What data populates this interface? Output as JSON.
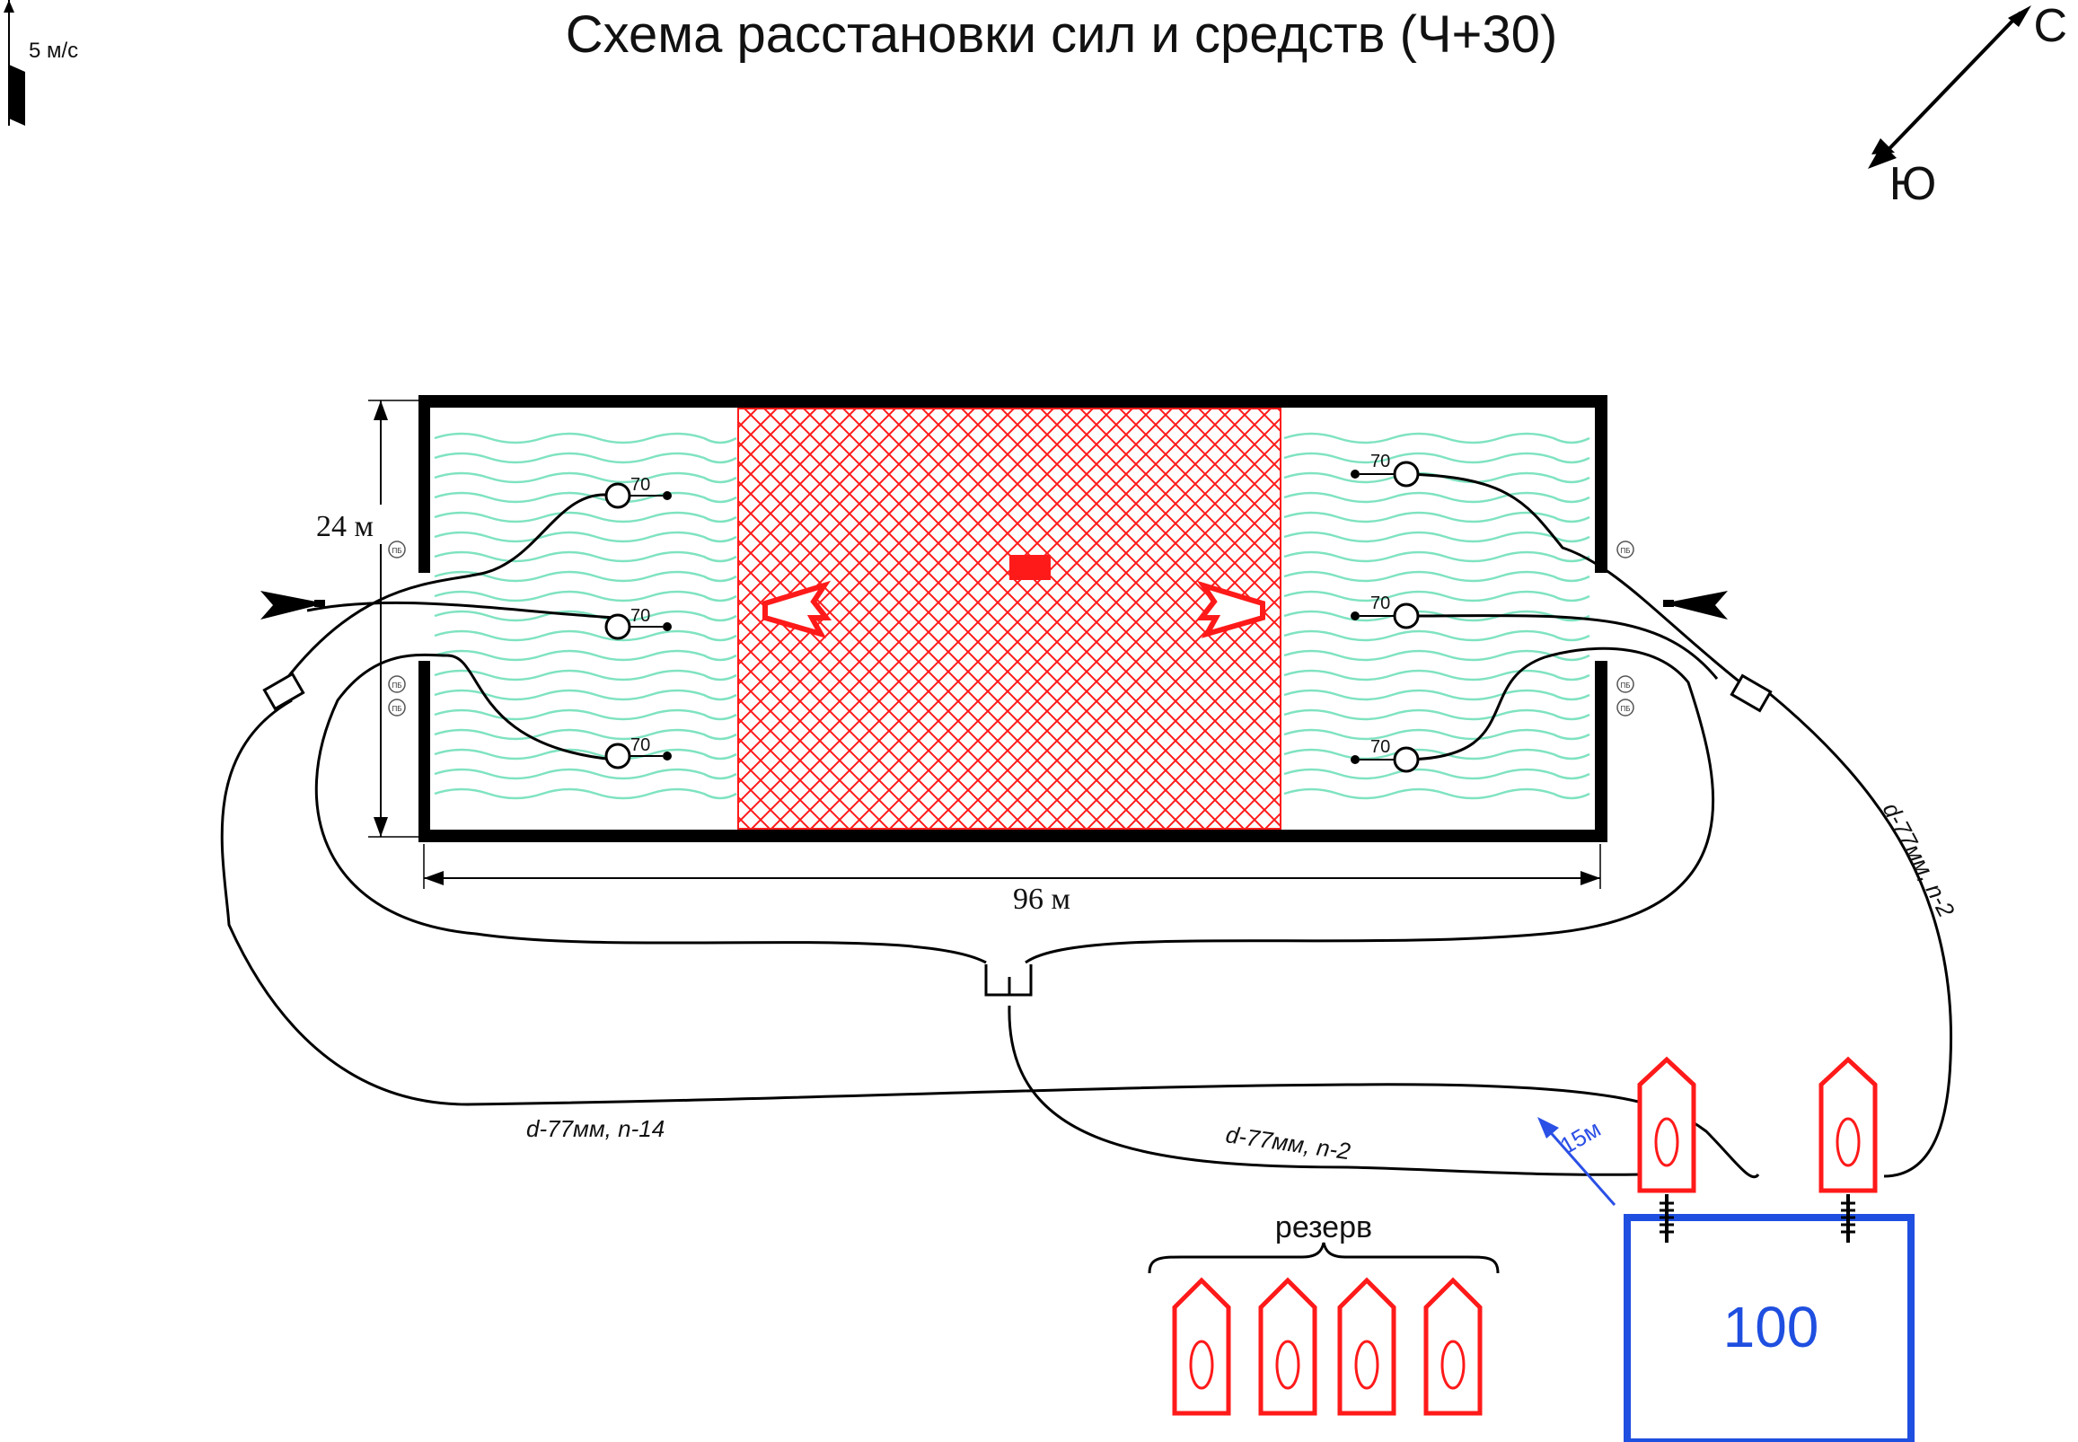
{
  "title": "Схема расстановки сил и средств (Ч+30)",
  "wind": {
    "speed_label": "5 м/с"
  },
  "compass": {
    "north": "С",
    "south": "Ю"
  },
  "building": {
    "width_label": "96 м",
    "height_label": "24 м",
    "hydrant_label": "ПБ"
  },
  "nozzles": [
    {
      "label": "70"
    },
    {
      "label": "70"
    },
    {
      "label": "70"
    },
    {
      "label": "70"
    },
    {
      "label": "70"
    },
    {
      "label": "70"
    }
  ],
  "hose_labels": {
    "main_left": "d-77мм, n-14",
    "center": "d-77мм, n-2",
    "right": "d-77мм, n-2"
  },
  "distance_label": "15м",
  "reserve_label": "резерв",
  "water_source_label": "100",
  "colors": {
    "fire": "#ff1a1a",
    "smoke": "#7fe3c0",
    "water_source": "#1f4fe0",
    "distance_arrow": "#2b50e6",
    "wall": "#000000"
  }
}
